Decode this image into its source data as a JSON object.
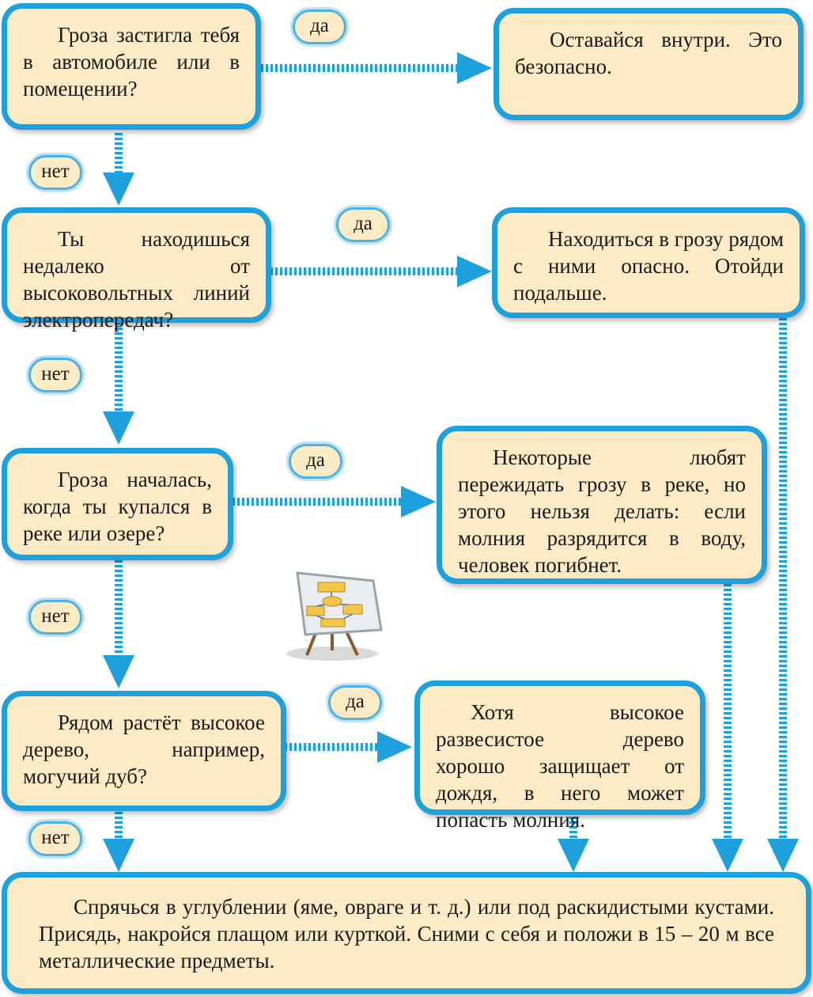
{
  "colors": {
    "accent": "#1ea0dc",
    "box_fill": "#fdebc6",
    "text": "#1a1a1a"
  },
  "icons": {
    "easel": "flowchart-easel-icon"
  },
  "questions": [
    {
      "text": "Гроза застигла тебя в автомобиле или в помещении?"
    },
    {
      "text": "Ты находишься недалеко от высоковольтных линий электропередач?"
    },
    {
      "text": "Гроза началась, когда ты купался в реке или озере?"
    },
    {
      "text": "Рядом растёт высокое дерево, например, могучий дуб?"
    }
  ],
  "answers": [
    {
      "text": "Оставайся внутри. Это безопасно."
    },
    {
      "text": "Находиться в грозу рядом с ними опасно. Отойди подальше."
    },
    {
      "text": "Некоторые любят пережидать грозу в реке, но этого нельзя делать: если молния разрядится в воду, человек погибнет."
    },
    {
      "text": "Хотя высокое развесистое дерево хорошо защищает от дождя, в него может попасть молния."
    }
  ],
  "labels": {
    "yes": "да",
    "no": "нет"
  },
  "final": {
    "text": "Спрячься в углублении (яме, овраге и т. д.) или под раскидистыми кустами. Присядь, накройся плащом или курткой. Сними с себя и положи в 15 – 20 м все металлические предметы."
  }
}
